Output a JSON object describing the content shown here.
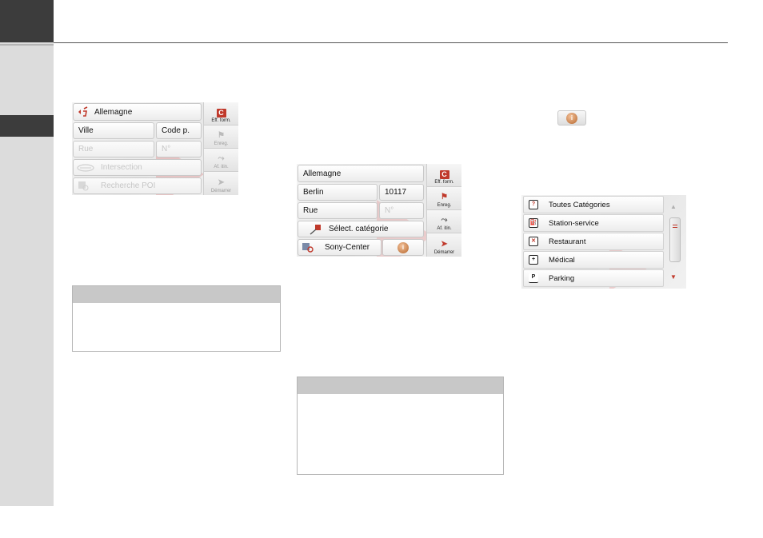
{
  "colors": {
    "accent_red": "#c0392b",
    "sidebar_dark": "#3c3c3c",
    "sidebar_light": "#dcdcdc",
    "note_header": "#c8c8c8"
  },
  "screen1": {
    "country": "Allemagne",
    "city_placeholder": "Ville",
    "postcode_placeholder": "Code p.",
    "street_placeholder": "Rue",
    "number_placeholder": "N°",
    "intersection_label": "Intersection",
    "poi_search_label": "Recherche POI",
    "side": {
      "clear": "Eff. form.",
      "save": "Enreg.",
      "route": "Af. itin.",
      "start": "Démarrer"
    }
  },
  "screen2": {
    "country": "Allemagne",
    "city": "Berlin",
    "postcode": "10117",
    "street_placeholder": "Rue",
    "number_placeholder": "N°",
    "select_category": "Sélect. catégorie",
    "poi_name": "Sony-Center",
    "side": {
      "clear": "Eff. form.",
      "save": "Enreg.",
      "route": "Af. itin.",
      "start": "Démarrer"
    }
  },
  "screen3": {
    "items": [
      {
        "label": "Toutes Catégories",
        "icon": "all-categories-icon"
      },
      {
        "label": "Station-service",
        "icon": "fuel-station-icon"
      },
      {
        "label": "Restaurant",
        "icon": "restaurant-icon"
      },
      {
        "label": "Médical",
        "icon": "medical-icon"
      },
      {
        "label": "Parking",
        "icon": "parking-icon"
      }
    ]
  },
  "standalone_info_icon": "info-icon"
}
